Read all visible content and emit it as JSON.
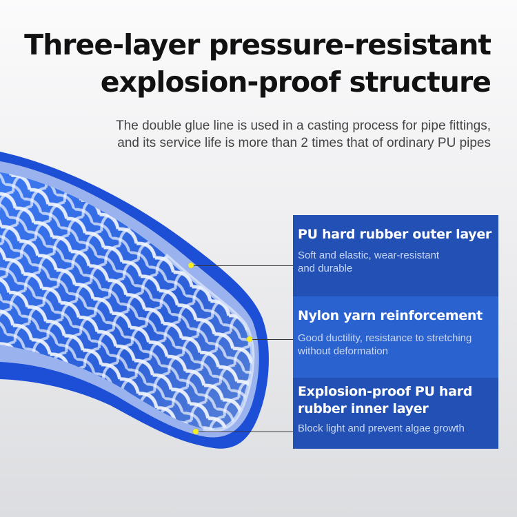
{
  "headline": {
    "line1": "Three-layer pressure-resistant",
    "line2": "explosion-proof structure"
  },
  "subtitle": {
    "line1": "The double glue line is used in a casting process for pipe fittings,",
    "line2": "and its service life is more than 2 times that of ordinary PU pipes"
  },
  "layers": [
    {
      "title": "PU hard rubber outer layer",
      "desc_line1": "Soft and elastic, wear-resistant",
      "desc_line2": "and durable",
      "color": "#2250b5"
    },
    {
      "title": "Nylon yarn reinforcement",
      "desc_line1": "Good ductility, resistance to stretching",
      "desc_line2": "without deformation",
      "color": "#2a62d0"
    },
    {
      "title_line1": "Explosion-proof PU hard",
      "title_line2": "rubber inner layer",
      "desc_line1": "Block light and prevent algae growth",
      "color": "#2250b5"
    }
  ],
  "colors": {
    "hose_blue": "#1d4fd8",
    "marker_yellow": "#f4ee23"
  }
}
